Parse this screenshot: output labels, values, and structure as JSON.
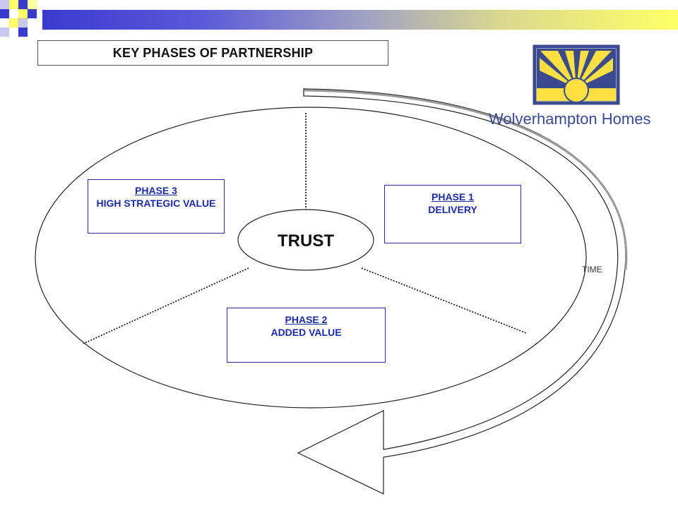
{
  "title": "KEY PHASES OF PARTNERSHIP",
  "center": "TRUST",
  "phases": [
    {
      "heading": "PHASE 1",
      "text": "DELIVERY"
    },
    {
      "heading": "PHASE 2",
      "text": "ADDED VALUE"
    },
    {
      "heading": "PHASE 3",
      "text": "HIGH STRATEGIC VALUE"
    }
  ],
  "time_label": "TIME",
  "logo": {
    "name": "Wolverhampton Homes"
  },
  "colors": {
    "phase_text": "#1f2a9f",
    "logo_blue": "#3b4a8f",
    "logo_yellow": "#ffe040",
    "bar_start": "#3a3acf",
    "bar_end": "#ffff66"
  }
}
